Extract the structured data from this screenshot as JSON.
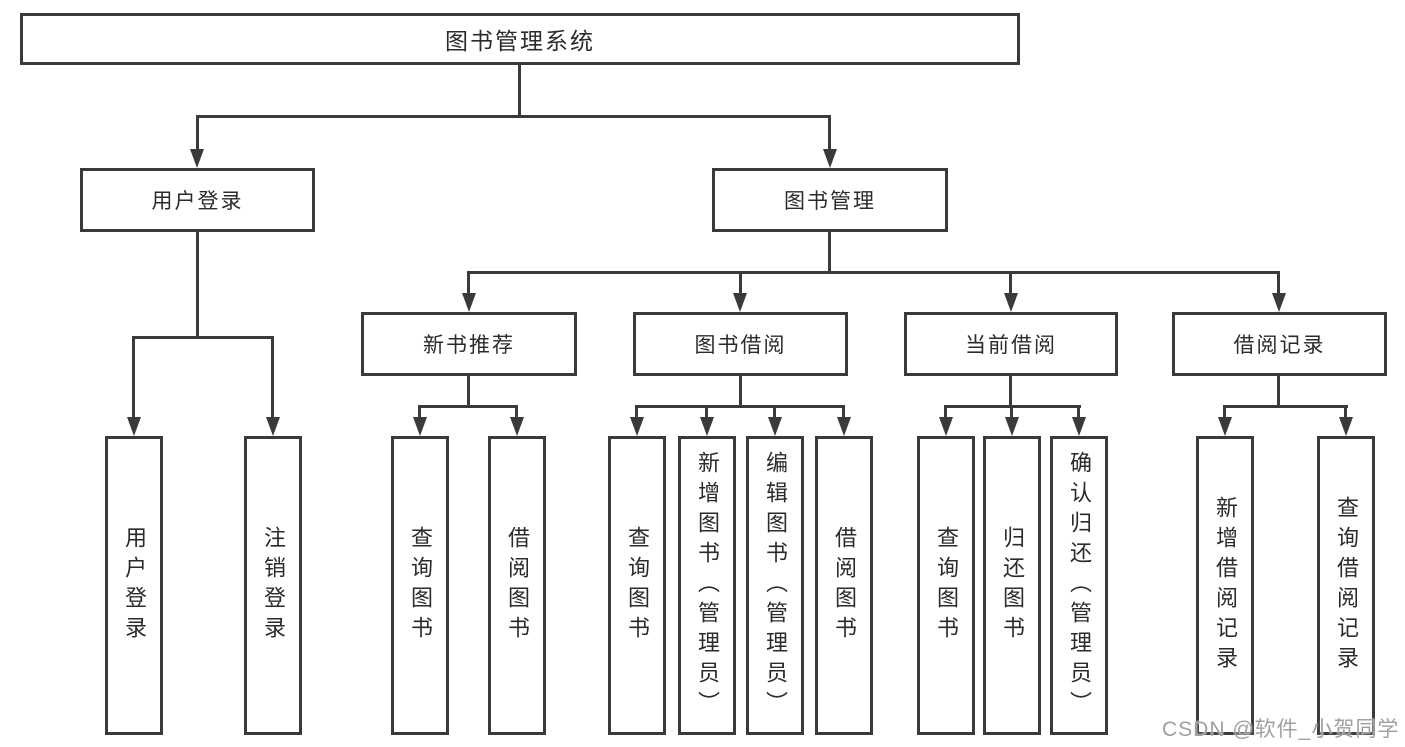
{
  "tree": {
    "root": "图书管理系统",
    "children": [
      {
        "label": "用户登录",
        "children": [
          {
            "label": "用户登录"
          },
          {
            "label": "注销登录"
          }
        ]
      },
      {
        "label": "图书管理",
        "children": [
          {
            "label": "新书推荐",
            "children": [
              {
                "label": "查询图书"
              },
              {
                "label": "借阅图书"
              }
            ]
          },
          {
            "label": "图书借阅",
            "children": [
              {
                "label": "查询图书"
              },
              {
                "label": "新增图书（管理员）"
              },
              {
                "label": "编辑图书（管理员）"
              },
              {
                "label": "借阅图书"
              }
            ]
          },
          {
            "label": "当前借阅",
            "children": [
              {
                "label": "查询图书"
              },
              {
                "label": "归还图书"
              },
              {
                "label": "确认归还（管理员）"
              }
            ]
          },
          {
            "label": "借阅记录",
            "children": [
              {
                "label": "新增借阅记录"
              },
              {
                "label": "查询借阅记录"
              }
            ]
          }
        ]
      }
    ]
  },
  "watermark": "CSDN @软件_小贺同学",
  "colors": {
    "line": "#3a3a3c",
    "text": "#2b2b2d",
    "watermark": "#9fa0a4"
  }
}
